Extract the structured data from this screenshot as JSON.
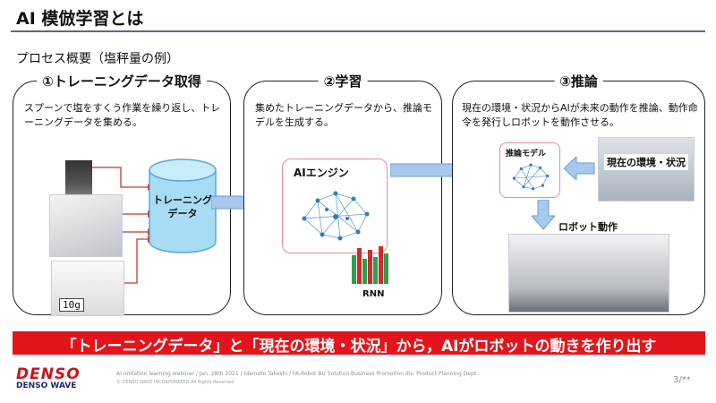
{
  "slide": {
    "title": "AI 模倣学習とは",
    "subtitle": "プロセス概要（塩秤量の例）"
  },
  "panels": {
    "training_data": {
      "label": "①トレーニングデータ取得",
      "description": "スプーンで塩をすくう作業を繰り返し、トレーニングデータを集める。",
      "cylinder_line1": "トレーニング",
      "cylinder_line2": "データ",
      "scale_display": "10g"
    },
    "learning": {
      "label": "②学習",
      "description": "集めたトレーニングデータから、推論モデルを生成する。",
      "engine_title": "AIエンジン",
      "rnn_label": "RNN"
    },
    "inference": {
      "label": "③推論",
      "description": "現在の環境・状況からAIが未来の動作を推論、動作命令を発行しロボットを動作させる。",
      "model_title": "推論モデル",
      "env_label": "現在の環境・状況",
      "robot_label": "ロボット動作"
    }
  },
  "banner": {
    "text": "「トレーニングデータ」と「現在の環境・状況」から，AIがロボットの動きを作り出す"
  },
  "footer": {
    "logo_main": "DENSO",
    "logo_sub": "DENSO WAVE",
    "info": "AI imitation learning webinar / Jan. 28th 2021 / Idemoto Takeshi / FA-Robot BU Solution Business Promotion div. Product Planning Dept.",
    "copyright": "© DENSO WAVE INCORPORATED All Rights Reserved.",
    "page": "3/**"
  },
  "colors": {
    "banner_red": "#e3141b",
    "logo_red": "#d0121b",
    "arrow_red": "#c0392b",
    "arrow_blue": "#a9c8ee",
    "cylinder_blue": "#a7dcf4",
    "accent_pink": "#e88b9a"
  },
  "icons": [
    "camera-icon",
    "database-cylinder-icon",
    "brain-network-icon",
    "rnn-bars-icon",
    "block-arrow-right-icon",
    "block-arrow-down-icon"
  ]
}
